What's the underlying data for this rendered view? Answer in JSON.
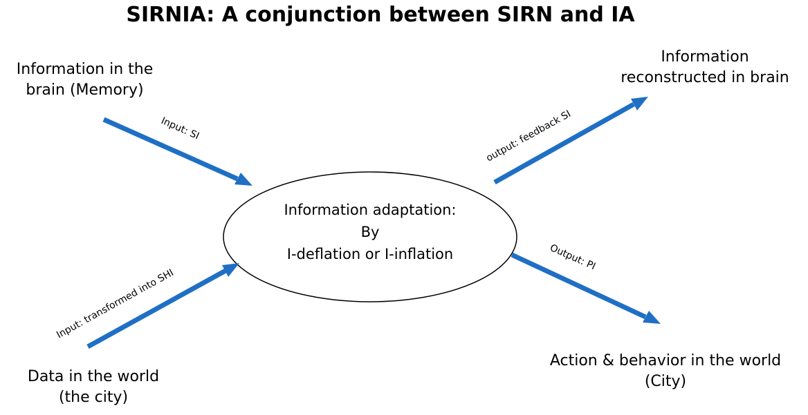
{
  "title": "SIRNIA: A conjunction between SIRN and IA",
  "nodes": {
    "memory": {
      "line1": "Information in the",
      "line2": "brain (Memory)"
    },
    "data_world": {
      "line1": "Data in the world",
      "line2": "(the city)"
    },
    "reconstructed": {
      "line1": "Information",
      "line2": "reconstructed in brain"
    },
    "action": {
      "line1": "Action & behavior in the world",
      "line2": "(City)"
    },
    "center": {
      "line1": "Information adaptation:",
      "line2": "By",
      "line3": "I-deflation or I-inflation"
    }
  },
  "edges": {
    "input_si": "Input: SI",
    "input_shi": "Input: transformed into SHI",
    "output_feedback": "output: feedback SI",
    "output_pi": "Output: PI"
  },
  "colors": {
    "arrow": "#1f6fc5"
  }
}
